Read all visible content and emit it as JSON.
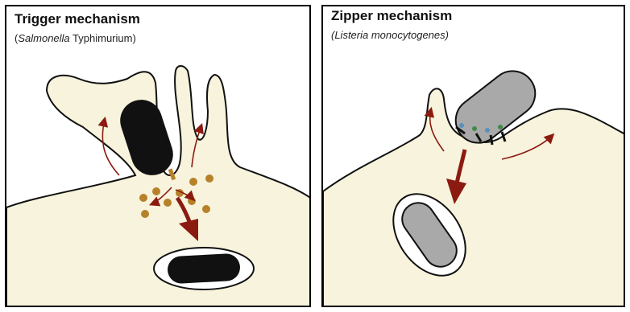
{
  "left_panel": {
    "title": "Trigger mechanism",
    "subtitle_italic": "Salmonella",
    "subtitle_rest": " Typhimurium)",
    "subtitle_open": "("
  },
  "right_panel": {
    "title": "Zipper mechanism",
    "subtitle": "(Listeria monocytogenes)"
  },
  "colors": {
    "cell": "#f7f3dc",
    "outline": "#111111",
    "arrow": "#8b1a10",
    "bacterium_dark": "#111111",
    "bacterium_grey": "#a9a9a9",
    "effector": "#b7812a"
  }
}
